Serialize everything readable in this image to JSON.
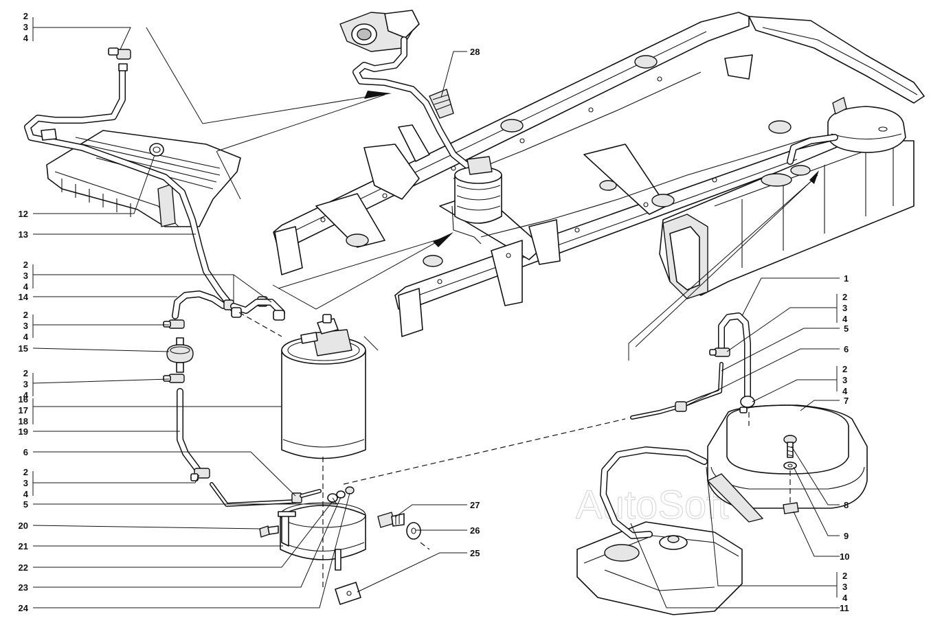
{
  "callouts": {
    "left": [
      {
        "id": "l-234-a",
        "lines": [
          "2",
          "3",
          "4"
        ]
      },
      {
        "id": "l-12",
        "lines": [
          "12"
        ]
      },
      {
        "id": "l-13",
        "lines": [
          "13"
        ]
      },
      {
        "id": "l-234-b",
        "lines": [
          "2",
          "3",
          "4"
        ]
      },
      {
        "id": "l-14",
        "lines": [
          "14"
        ]
      },
      {
        "id": "l-234-c",
        "lines": [
          "2",
          "3",
          "4"
        ]
      },
      {
        "id": "l-15",
        "lines": [
          "15"
        ]
      },
      {
        "id": "l-234-d",
        "lines": [
          "2",
          "3",
          "4"
        ]
      },
      {
        "id": "l-161718",
        "lines": [
          "16",
          "17",
          "18"
        ]
      },
      {
        "id": "l-19",
        "lines": [
          "19"
        ]
      },
      {
        "id": "l-6",
        "lines": [
          "6"
        ]
      },
      {
        "id": "l-234-e",
        "lines": [
          "2",
          "3",
          "4"
        ]
      },
      {
        "id": "l-5",
        "lines": [
          "5"
        ]
      },
      {
        "id": "l-20",
        "lines": [
          "20"
        ]
      },
      {
        "id": "l-21",
        "lines": [
          "21"
        ]
      },
      {
        "id": "l-22",
        "lines": [
          "22"
        ]
      },
      {
        "id": "l-23",
        "lines": [
          "23"
        ]
      },
      {
        "id": "l-24",
        "lines": [
          "24"
        ]
      }
    ],
    "middle": [
      {
        "id": "m-28",
        "lines": [
          "28"
        ]
      },
      {
        "id": "m-27",
        "lines": [
          "27"
        ]
      },
      {
        "id": "m-26",
        "lines": [
          "26"
        ]
      },
      {
        "id": "m-25",
        "lines": [
          "25"
        ]
      }
    ],
    "right": [
      {
        "id": "r-1",
        "lines": [
          "1"
        ]
      },
      {
        "id": "r-234-a",
        "lines": [
          "2",
          "3",
          "4"
        ]
      },
      {
        "id": "r-5",
        "lines": [
          "5"
        ]
      },
      {
        "id": "r-6",
        "lines": [
          "6"
        ]
      },
      {
        "id": "r-234-b",
        "lines": [
          "2",
          "3",
          "4"
        ]
      },
      {
        "id": "r-7",
        "lines": [
          "7"
        ]
      },
      {
        "id": "r-8",
        "lines": [
          "8"
        ]
      },
      {
        "id": "r-9",
        "lines": [
          "9"
        ]
      },
      {
        "id": "r-10",
        "lines": [
          "10"
        ]
      },
      {
        "id": "r-234-c",
        "lines": [
          "2",
          "3",
          "4"
        ]
      },
      {
        "id": "r-11",
        "lines": [
          "11"
        ]
      }
    ]
  },
  "watermark": "AutoSoft"
}
